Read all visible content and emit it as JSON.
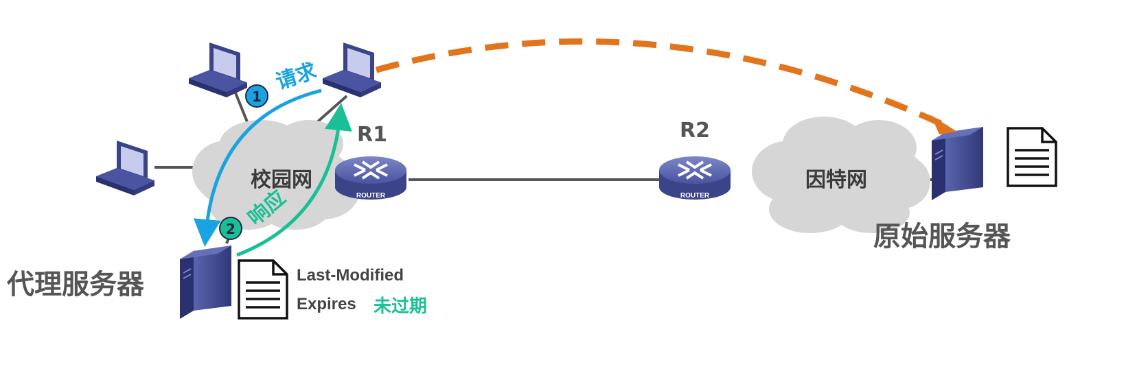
{
  "colors": {
    "request_arrow": "#1aa3e0",
    "response_arrow": "#1bbf95",
    "forward_arrow": "#e2741c",
    "cloud": "#d6d6d6",
    "device": "#3b4488",
    "link": "#555555"
  },
  "networks": {
    "campus": "校园网",
    "internet": "因特网"
  },
  "routers": {
    "r1": {
      "name": "R1",
      "badge": "ROUTER"
    },
    "r2": {
      "name": "R2",
      "badge": "ROUTER"
    }
  },
  "servers": {
    "proxy_label": "代理服务器",
    "origin_label": "原始服务器"
  },
  "steps": {
    "request": {
      "number": "1",
      "label": "请求"
    },
    "response": {
      "number": "2",
      "label": "响应"
    }
  },
  "cache_doc": {
    "field1": "Last-Modified",
    "field2": "Expires",
    "status": "未过期"
  },
  "icons": [
    "computer-icon",
    "router-icon",
    "server-icon",
    "document-icon",
    "cloud-icon"
  ]
}
